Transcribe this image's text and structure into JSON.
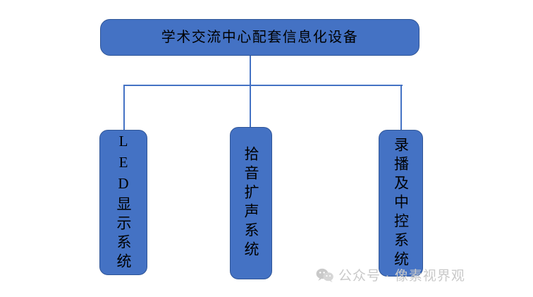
{
  "diagram": {
    "type": "org-chart",
    "background_color": "#ffffff",
    "node_fill_color": "#4472C4",
    "node_border_color": "#2F5597",
    "connector_color": "#4472C4",
    "text_color": "#000000",
    "root": {
      "label": "学术交流中心配套信息化设备",
      "orientation": "horizontal"
    },
    "children": [
      {
        "label": "LED显示系统",
        "orientation": "vertical"
      },
      {
        "label": "拾音扩声系统",
        "orientation": "vertical"
      },
      {
        "label": "录播及中控系统",
        "orientation": "vertical"
      }
    ]
  },
  "watermark": {
    "icon": "wechat-icon",
    "text": "公众号 · 像素视界观",
    "color": "#c9c9c9"
  }
}
